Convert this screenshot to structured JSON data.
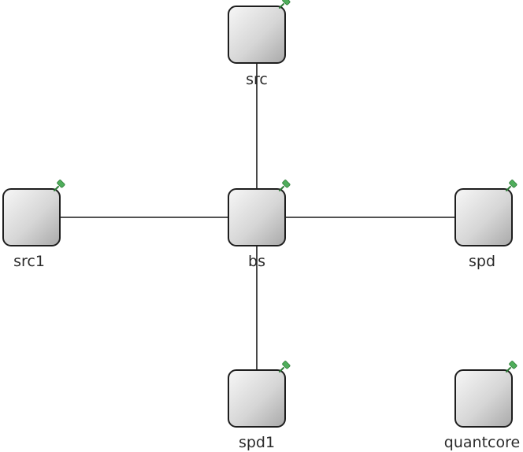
{
  "diagram": {
    "nodes": [
      {
        "id": "src",
        "label": "src",
        "pin_icon": "pin-icon"
      },
      {
        "id": "src1",
        "label": "src1",
        "pin_icon": "pin-icon"
      },
      {
        "id": "bs",
        "label": "bs",
        "pin_icon": "pin-icon"
      },
      {
        "id": "spd",
        "label": "spd",
        "pin_icon": "pin-icon"
      },
      {
        "id": "spd1",
        "label": "spd1",
        "pin_icon": "pin-icon"
      },
      {
        "id": "quantcore",
        "label": "quantcore",
        "pin_icon": "pin-icon"
      }
    ],
    "edges": [
      {
        "from": "src",
        "to": "bs"
      },
      {
        "from": "src1",
        "to": "bs"
      },
      {
        "from": "bs",
        "to": "spd"
      },
      {
        "from": "bs",
        "to": "spd1"
      }
    ],
    "colors": {
      "node_fill_light": "#f7f7f7",
      "node_fill_dark": "#a9a9a9",
      "pin": "#4fae5b",
      "edge": "#1a1a1a"
    }
  }
}
